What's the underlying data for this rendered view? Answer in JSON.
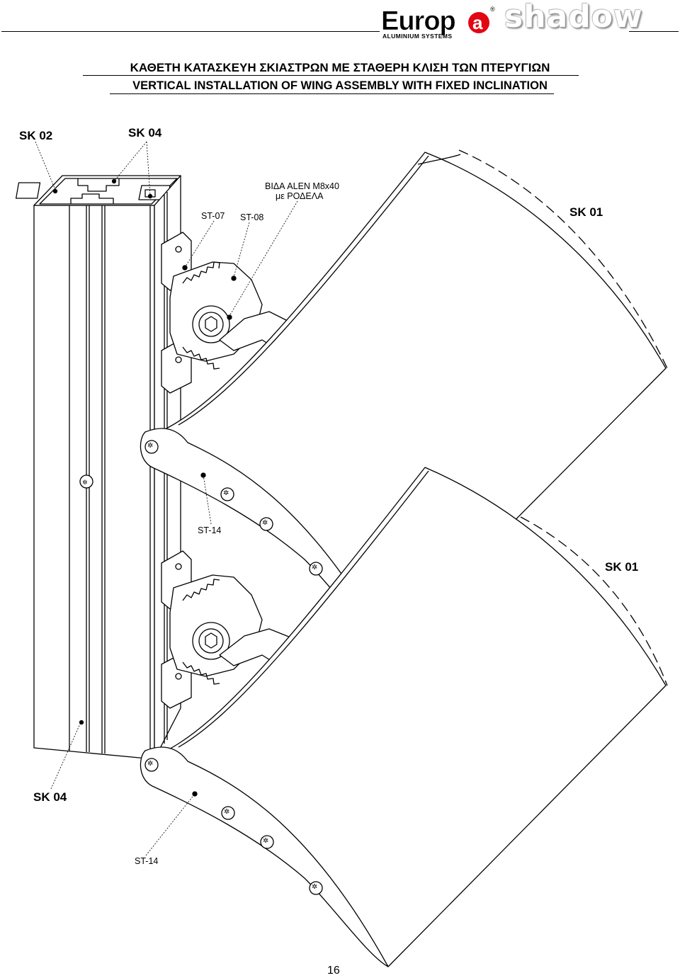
{
  "header": {
    "brand_europa": "Europa",
    "brand_sub": "ALUMINIUM SYSTEMS",
    "brand_shadow": "shadow",
    "registered": "®"
  },
  "title": {
    "greek": "ΚΑΘΕΤΗ ΚΑΤΑΣΚΕΥΗ ΣΚΙΑΣΤΡΩΝ ΜΕ ΣΤΑΘΕΡΗ ΚΛΙΣΗ ΤΩΝ ΠΤΕΡΥΓΙΩΝ",
    "english": "VERTICAL INSTALLATION OF WING ASSEMBLY WITH FIXED INCLINATION"
  },
  "labels": {
    "sk02": "SK 02",
    "sk04_top": "SK 04",
    "bolt_line1": "ΒΙΔΑ ALEN M8x40",
    "bolt_line2": "με ΡΟΔΕΛΑ",
    "st07": "ST-07",
    "st08": "ST-08",
    "sk01_top": "SK 01",
    "st14_mid": "ST-14",
    "sk01_mid": "SK 01",
    "sk04_bottom": "SK 04",
    "st14_bottom": "ST-14"
  },
  "footer": {
    "page_number": "16"
  },
  "colors": {
    "ink": "#000000",
    "brand_red": "#e30613",
    "shadow_grey": "#9a9a9a"
  }
}
